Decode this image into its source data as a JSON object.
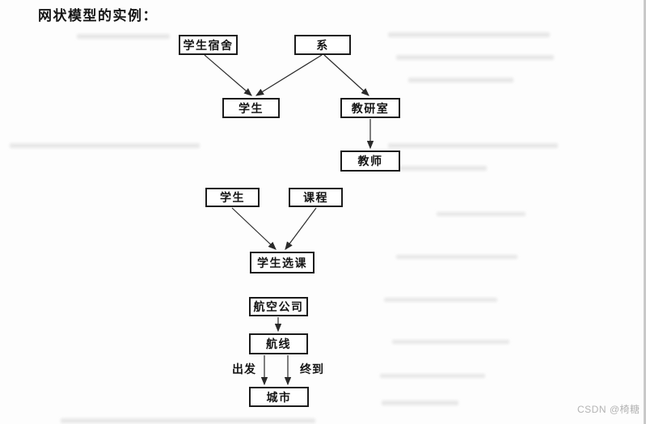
{
  "page": {
    "title": "网状模型的实例：",
    "watermark": "CSDN @椅糖"
  },
  "diagram": {
    "nodes": [
      {
        "id": "dorm",
        "label": "学生宿舍"
      },
      {
        "id": "dept",
        "label": "系"
      },
      {
        "id": "student-a",
        "label": "学生"
      },
      {
        "id": "office",
        "label": "教研室"
      },
      {
        "id": "teacher",
        "label": "教师"
      },
      {
        "id": "student-b",
        "label": "学生"
      },
      {
        "id": "course",
        "label": "课程"
      },
      {
        "id": "enroll",
        "label": "学生选课"
      },
      {
        "id": "airline",
        "label": "航空公司"
      },
      {
        "id": "route",
        "label": "航线"
      },
      {
        "id": "city",
        "label": "城市"
      }
    ],
    "edge_labels": [
      {
        "id": "depart",
        "label": "出发"
      },
      {
        "id": "arrive",
        "label": "终到"
      }
    ],
    "edges": [
      {
        "from": "学生宿舍",
        "to": "学生"
      },
      {
        "from": "系",
        "to": "学生"
      },
      {
        "from": "系",
        "to": "教研室"
      },
      {
        "from": "教研室",
        "to": "教师"
      },
      {
        "from": "学生",
        "to": "学生选课"
      },
      {
        "from": "课程",
        "to": "学生选课"
      },
      {
        "from": "航空公司",
        "to": "航线"
      },
      {
        "from": "航线",
        "to": "城市",
        "label": "出发"
      },
      {
        "from": "航线",
        "to": "城市",
        "label": "终到"
      }
    ],
    "colors": {
      "box_border": "#1c1c1c",
      "box_fill": "#ffffff",
      "line": "#2a2a2a",
      "watermark": "#b3b3b3",
      "page_bg": "#fdfdfd"
    }
  }
}
